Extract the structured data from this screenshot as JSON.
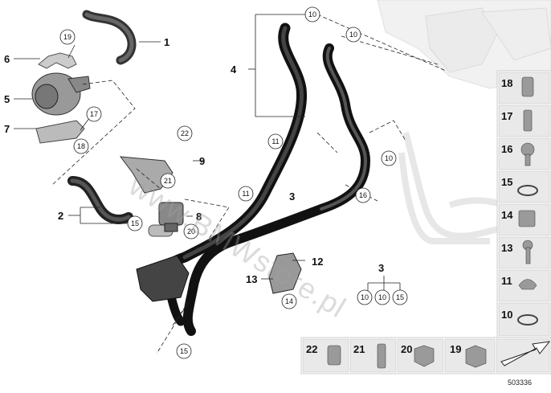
{
  "diagram": {
    "doc_number": "503336",
    "watermark": "www.BMWstore.pl",
    "callouts": {
      "c1": "1",
      "c2": "2",
      "c3a": "3",
      "c3b": "3",
      "c4": "4",
      "c5": "5",
      "c6": "6",
      "c7": "7",
      "c8": "8",
      "c9": "9",
      "c12": "12",
      "c13": "13"
    },
    "circles": {
      "k19": "19",
      "k17": "17",
      "k18": "18",
      "k22": "22",
      "k21": "21",
      "k20": "20",
      "k15a": "15",
      "k15b": "15",
      "k15c": "15",
      "k10a": "10",
      "k10b": "10",
      "k10c": "10",
      "k10d": "10",
      "k10e": "10",
      "k11a": "11",
      "k11b": "11",
      "k16": "16",
      "k14": "14"
    },
    "side_panel": [
      "18",
      "17",
      "16",
      "15",
      "14",
      "13",
      "11",
      "10"
    ],
    "bottom_panel": [
      "22",
      "21",
      "20",
      "19"
    ]
  }
}
